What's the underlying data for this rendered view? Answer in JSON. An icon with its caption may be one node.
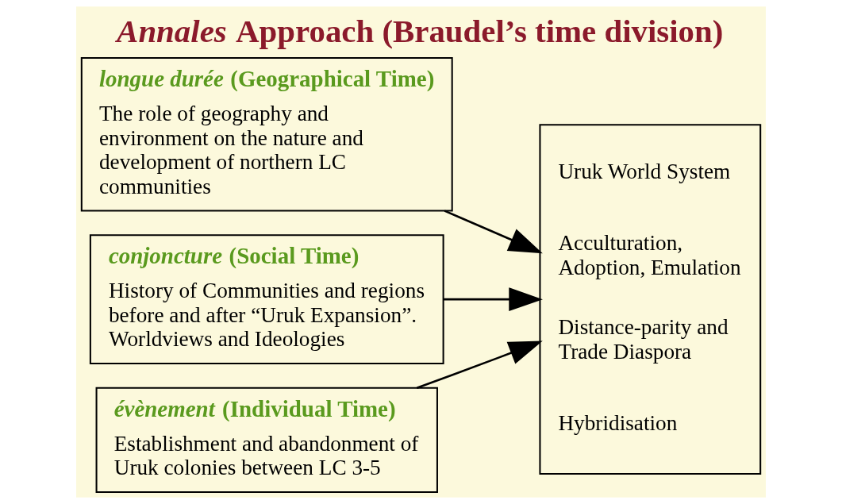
{
  "diagram": {
    "title": "*Annales* Approach (Braudel’s time division)",
    "nodes": [
      {
        "text": [
          "*longue durée* (Geographical Time)",
          "The role of geography and environment on the nature and development of northern LC communities"
        ]
      },
      {
        "text": [
          "*conjoncture* (Social Time)",
          "History of Communities and regions before and after “Uruk Expansion”. Worldviews and Ideologies"
        ]
      },
      {
        "text": [
          "*évènement* (Individual Time)",
          "Establishment and abandonment of Uruk colonies between LC 3-5"
        ]
      },
      {
        "text": [
          "Uruk World System",
          "Acculturation, Adoption, Emulation",
          "Distance-parity and Trade Diaspora",
          "Hybridisation"
        ]
      }
    ],
    "edges": [
      {
        "from": 0,
        "to": 3,
        "arrow": "to"
      },
      {
        "from": 1,
        "to": 3,
        "arrow": "to"
      },
      {
        "from": 2,
        "to": 3,
        "arrow": "to"
      }
    ]
  }
}
